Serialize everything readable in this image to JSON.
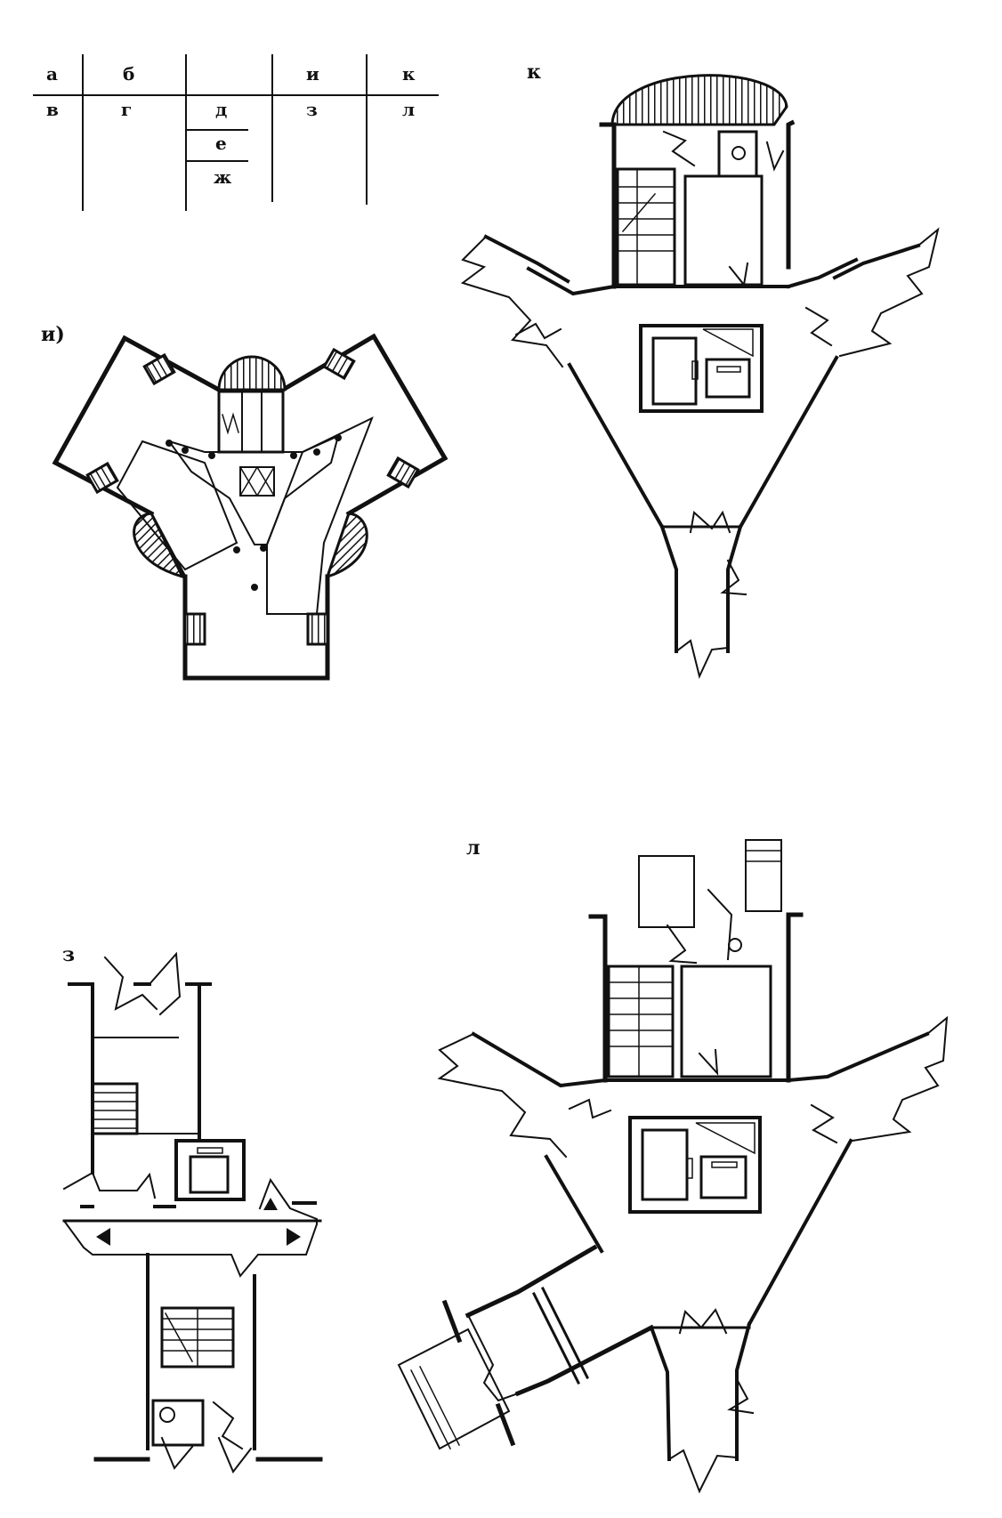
{
  "key_grid": {
    "top_row": [
      "а",
      "б",
      "",
      "и",
      "к"
    ],
    "bottom_row": [
      "в",
      "г",
      "д",
      "з",
      "л"
    ],
    "sub_cells": [
      "е",
      "ж"
    ]
  },
  "plans": {
    "i": {
      "label": "и)"
    },
    "k": {
      "label": "к"
    },
    "z": {
      "label": "з"
    },
    "l": {
      "label": "л"
    }
  }
}
